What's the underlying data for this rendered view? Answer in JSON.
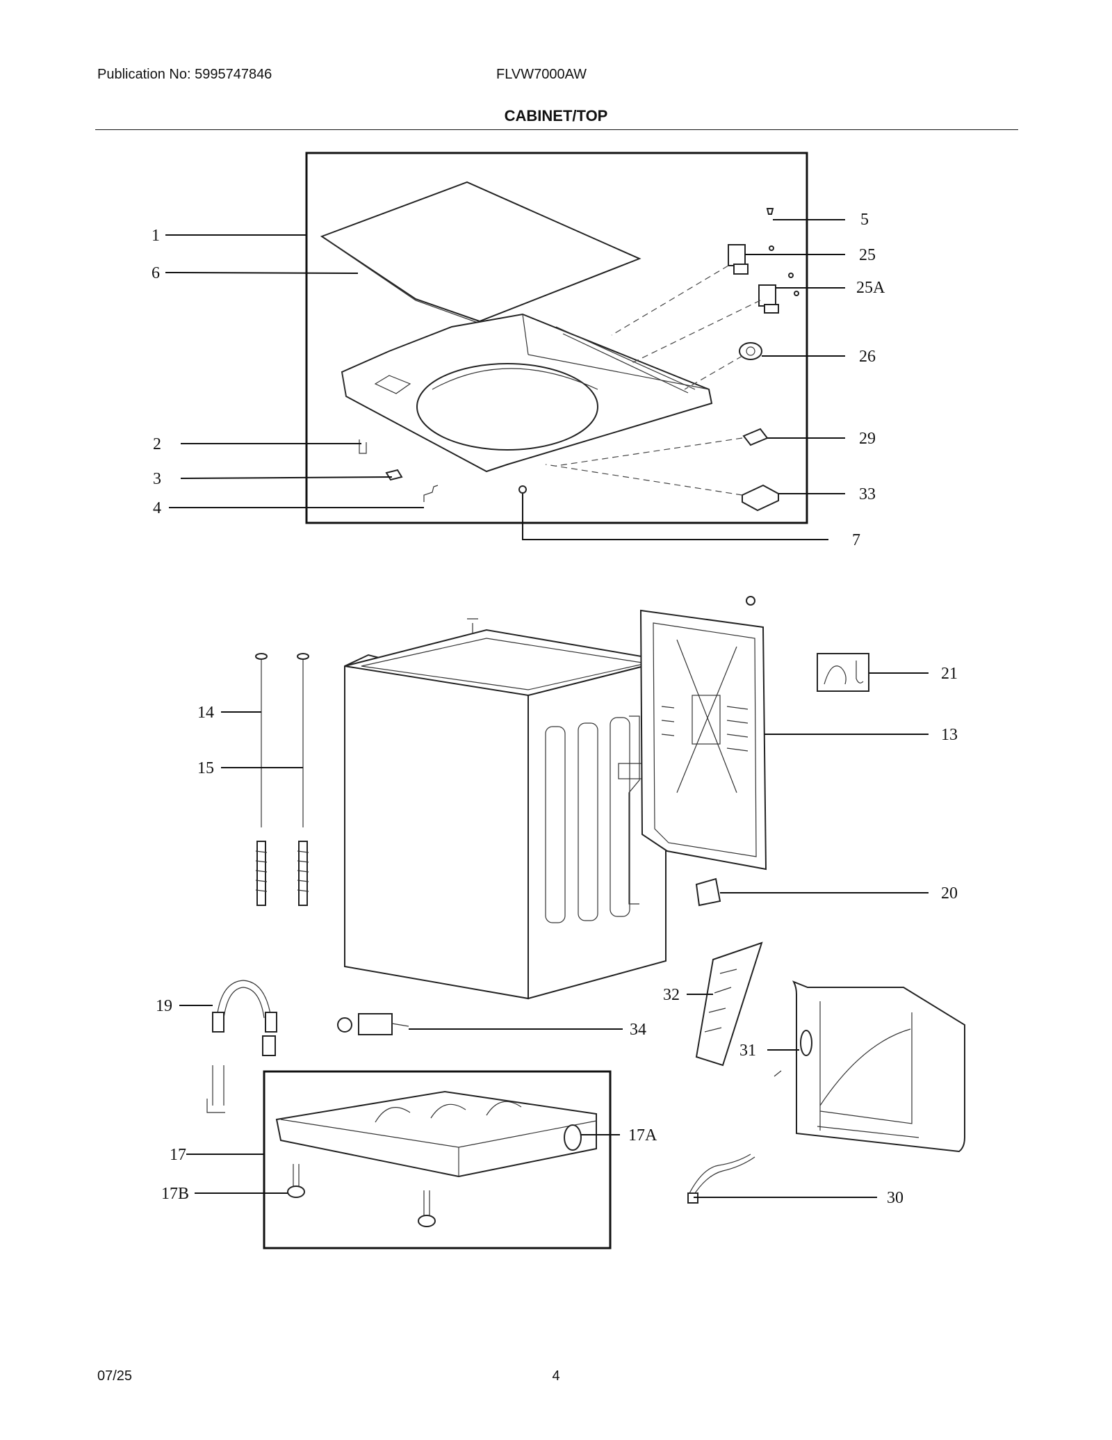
{
  "header": {
    "publication": "Publication No: 5995747846",
    "model": "FLVW7000AW",
    "section_title": "CABINET/TOP"
  },
  "footer": {
    "date": "07/25",
    "page": "4"
  },
  "callouts": {
    "c1": "1",
    "c6": "6",
    "c2": "2",
    "c3": "3",
    "c4": "4",
    "c5": "5",
    "c25": "25",
    "c25a": "25A",
    "c26": "26",
    "c29": "29",
    "c33": "33",
    "c7": "7",
    "c14": "14",
    "c15": "15",
    "c21": "21",
    "c13": "13",
    "c20": "20",
    "c19": "19",
    "c32": "32",
    "c34": "34",
    "c31": "31",
    "c17": "17",
    "c17a": "17A",
    "c17b": "17B",
    "c30": "30"
  }
}
